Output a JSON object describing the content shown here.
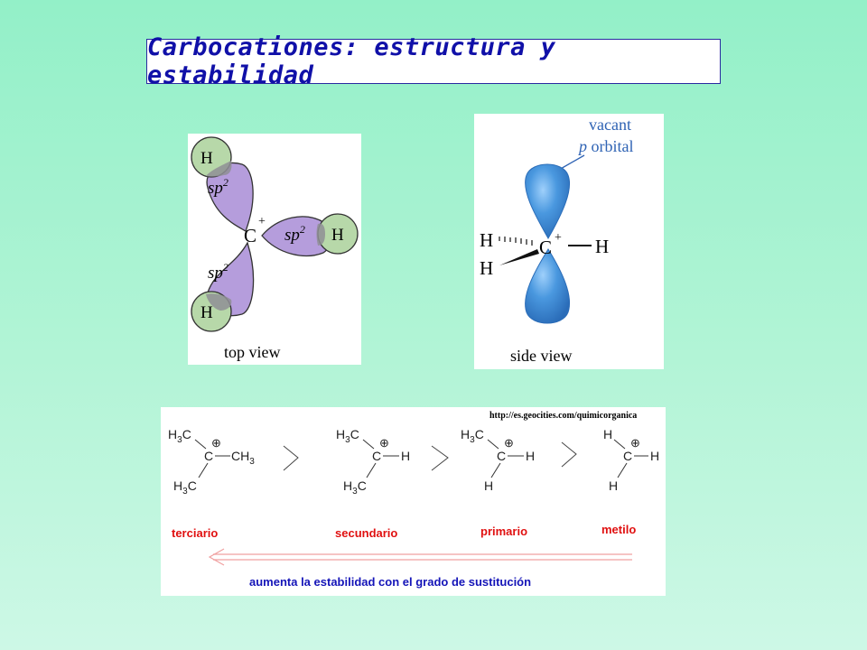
{
  "title": "Carbocationes: estructura y estabilidad",
  "top_view": {
    "caption": "top view",
    "carbon": "C",
    "charge": "+",
    "hybrid_base": "sp",
    "hybrid_sup": "2",
    "hydrogen": "H",
    "colors": {
      "lobe": "#b59ddc",
      "hydrogen": "#b7d8a9",
      "overlap": "#8f8f95"
    }
  },
  "side_view": {
    "caption": "side view",
    "label_line1": "vacant",
    "label_line2_italic": "p",
    "label_line2_rest": " orbital",
    "carbon": "C",
    "charge": "+",
    "hydrogen": "H",
    "colors": {
      "label": "#2f63b4",
      "orbital": "#3f8ed8"
    }
  },
  "stability_series": {
    "source_url": "http://es.geocities.com/quimicorganica",
    "carbon": "C",
    "hydrogen": "H",
    "methyl_prefix": "H",
    "methyl_sub": "3",
    "methyl_suffix": "C",
    "methyl_r_prefix": "CH",
    "charge_symbol": "⊕",
    "labels": [
      "terciario",
      "secundario",
      "primario",
      "metilo"
    ],
    "trend_text": "aumenta la estabilidad con el grado de sustitución",
    "colors": {
      "label": "#e01010",
      "trend": "#1414b8",
      "arrow": "#f0a0a0"
    }
  }
}
